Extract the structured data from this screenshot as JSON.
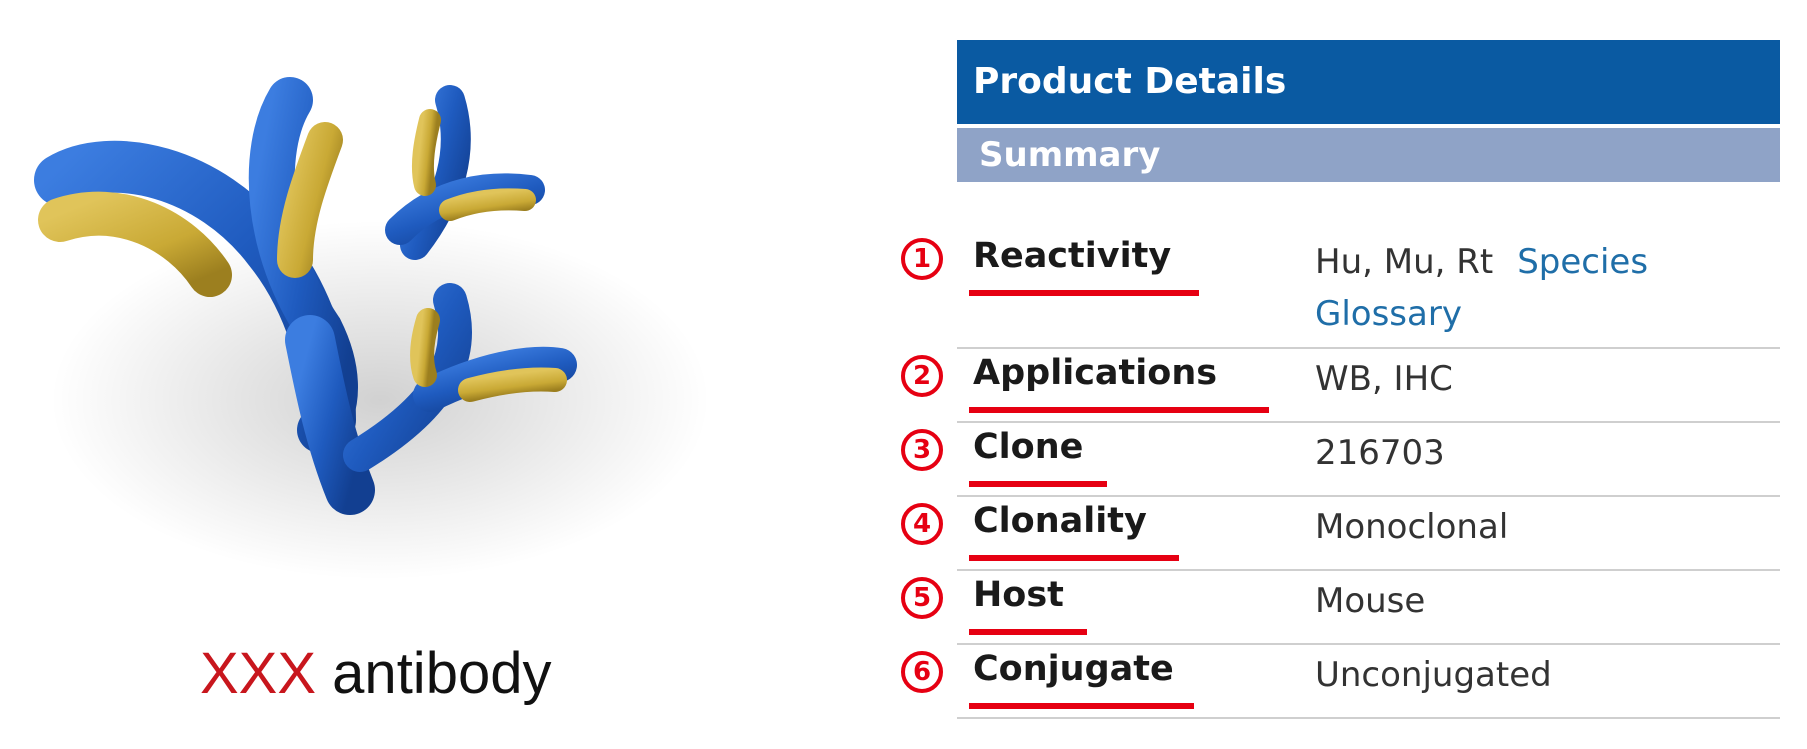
{
  "caption": {
    "highlight": "XXX",
    "rest": " antibody"
  },
  "panel": {
    "header": "Product Details",
    "subheader": "Summary"
  },
  "rows": [
    {
      "num": "1",
      "label": "Reactivity",
      "value": "Hu, Mu, Rt",
      "link": "Species Glossary"
    },
    {
      "num": "2",
      "label": "Applications",
      "value": "WB, IHC"
    },
    {
      "num": "3",
      "label": "Clone",
      "value": "216703"
    },
    {
      "num": "4",
      "label": "Clonality",
      "value": "Monoclonal"
    },
    {
      "num": "5",
      "label": "Host",
      "value": "Mouse"
    },
    {
      "num": "6",
      "label": "Conjugate",
      "value": "Unconjugated"
    }
  ],
  "colors": {
    "header_blue": "#0a5aa2",
    "subheader_blue": "#8fa3c7",
    "annotation_red": "#e60012",
    "link_blue": "#1f6ea8",
    "antibody_blue": "#1f5bbf",
    "antibody_gold": "#c9a935"
  },
  "icons": {
    "illustration": "antibody-illustration"
  }
}
